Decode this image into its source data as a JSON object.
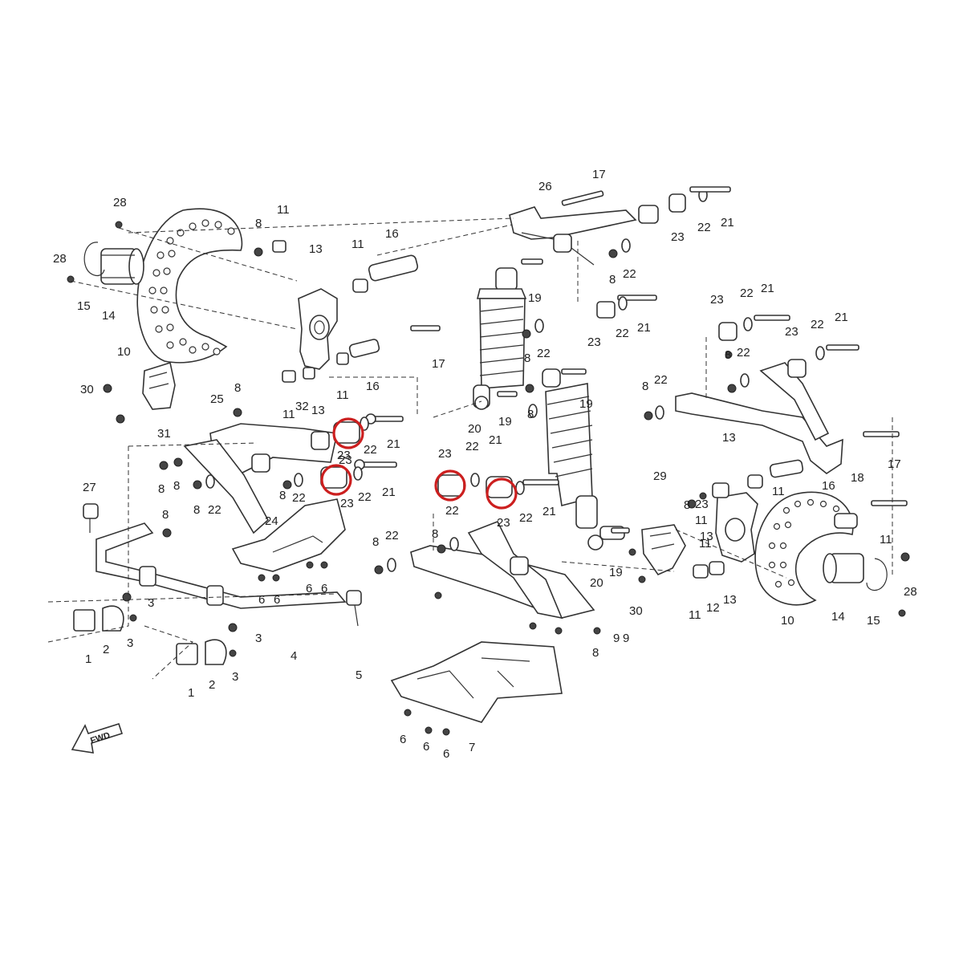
{
  "callouts": [
    "1",
    "2",
    "3",
    "4",
    "5",
    "6",
    "7",
    "8",
    "9",
    "10",
    "11",
    "12",
    "13",
    "14",
    "15",
    "16",
    "17",
    "18",
    "19",
    "20",
    "21",
    "22",
    "23",
    "24",
    "25",
    "26",
    "27",
    "28",
    "29",
    "30",
    "31",
    "32"
  ],
  "direction_label": "FWD",
  "highlight_color": "#cc1f1f"
}
